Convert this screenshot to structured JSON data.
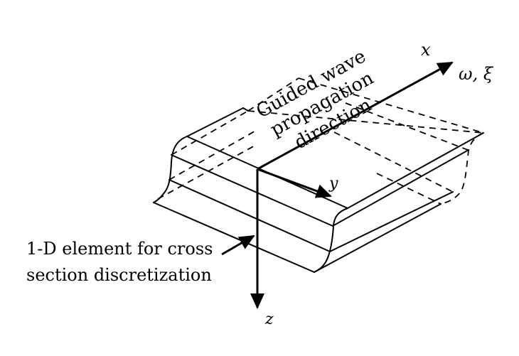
{
  "diagram": {
    "title": "Guided wave propagation in a waveguide with 1-D cross-section discretization",
    "propagation_label": {
      "line1": "Guided wave",
      "line2": "propagation",
      "line3": "direction"
    },
    "axes": {
      "x_label": "x",
      "y_label": "y",
      "z_label": "z",
      "wave_params_label": "ω, ξ"
    },
    "element_label": {
      "line1": "1-D element for cross",
      "line2": "section discretization"
    },
    "colors": {
      "stroke": "#000000",
      "background": "#ffffff"
    }
  }
}
